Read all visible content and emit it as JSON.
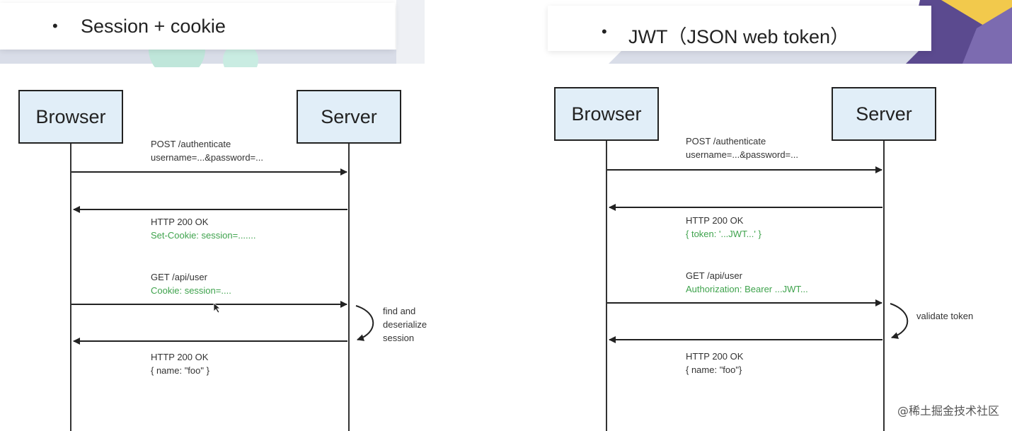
{
  "left": {
    "bullet": "•",
    "title": "Session + cookie",
    "actors": {
      "browser": "Browser",
      "server": "Server"
    },
    "messages": [
      {
        "line1": "POST /authenticate",
        "line2": "username=...&password=..."
      },
      {
        "line1": "HTTP 200 OK",
        "line2": "Set-Cookie: session=......."
      },
      {
        "line1": "GET /api/user",
        "line2": "Cookie: session=...."
      },
      {
        "line1": "HTTP 200 OK",
        "line2": "{  name: \"foo\" }"
      }
    ],
    "note": [
      "find and",
      "deserialize",
      "session"
    ]
  },
  "right": {
    "bullet": "•",
    "title": "JWT（JSON web token）",
    "actors": {
      "browser": "Browser",
      "server": "Server"
    },
    "messages": [
      {
        "line1": "POST /authenticate",
        "line2": "username=...&password=..."
      },
      {
        "line1": "HTTP 200 OK",
        "line2": "{ token: '...JWT...' }"
      },
      {
        "line1": "GET /api/user",
        "line2": "Authorization: Bearer ...JWT..."
      },
      {
        "line1": "HTTP 200 OK",
        "line2": "{ name: \"foo\"}"
      }
    ],
    "note": [
      "validate token"
    ]
  },
  "colors": {
    "actor_fill": "#e1eef8",
    "green_text": "#3fa34d"
  },
  "watermark": "@稀土掘金技术社区"
}
